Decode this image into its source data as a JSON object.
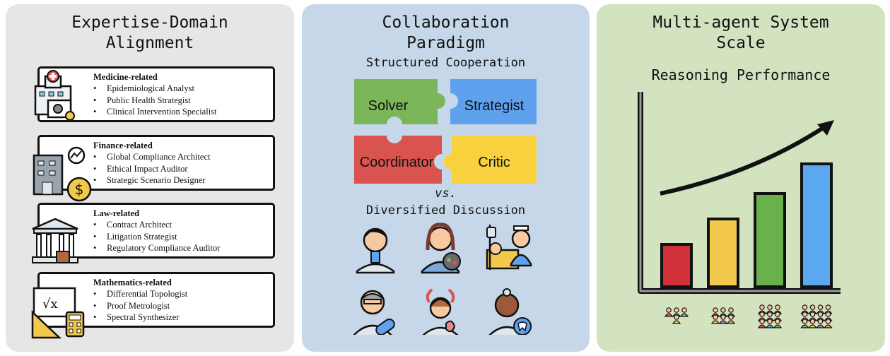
{
  "panel1": {
    "title": "Expertise-Domain\nAlignment",
    "domains": [
      {
        "title": "Medicine-related",
        "roles": [
          "Epidemiological Analyst",
          "Public Health Strategist",
          "Clinical Intervention Specialist"
        ]
      },
      {
        "title": "Finance-related",
        "roles": [
          "Global Compliance Architect",
          "Ethical Impact Auditor",
          "Strategic Scenario Designer"
        ]
      },
      {
        "title": "Law-related",
        "roles": [
          "Contract Architect",
          "Litigation Strategist",
          "Regulatory Compliance Auditor"
        ]
      },
      {
        "title": "Mathematics-related",
        "roles": [
          "Differential Topologist",
          "Proof Metrologist",
          "Spectral Synthesizer"
        ]
      }
    ]
  },
  "panel2": {
    "title": "Collaboration\nParadigm",
    "structured": "Structured Cooperation",
    "pieces": {
      "solver": "Solver",
      "strategist": "Strategist",
      "coordinator": "Coordinator",
      "critic": "Critic"
    },
    "vs": "vs.",
    "diversified": "Diversified Discussion"
  },
  "panel3": {
    "title": "Multi-agent System\nScale",
    "subtitle": "Reasoning Performance"
  },
  "chart_data": {
    "type": "bar",
    "categories": [
      "",
      "",
      "",
      ""
    ],
    "values": [
      1,
      1.6,
      2.2,
      2.9
    ],
    "colors": [
      "#d0313a",
      "#f2c94c",
      "#6ab04c",
      "#5aa9f0"
    ],
    "group_sizes": [
      4,
      6,
      9,
      12
    ],
    "trend_arrow": true
  },
  "colors": {
    "panel1": "#e6e6e6",
    "panel2": "#c6d7ea",
    "panel3": "#d3e3c0"
  }
}
